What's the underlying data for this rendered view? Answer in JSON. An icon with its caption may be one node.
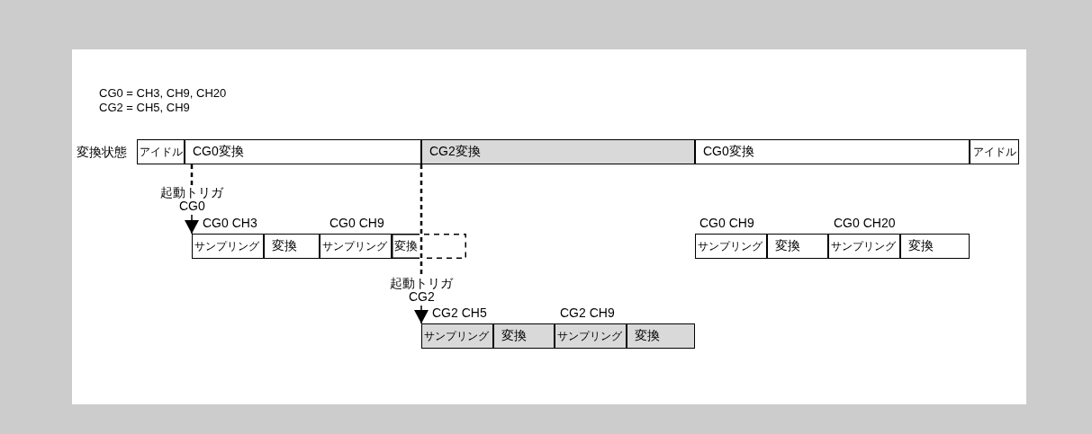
{
  "diagram": {
    "nodes": [
      {
        "text": [
          "アイドル"
        ]
      },
      {
        "text": [
          "CG0変換"
        ]
      },
      {
        "text": [
          "CG2変換"
        ]
      },
      {
        "text": [
          "CG0変換"
        ]
      },
      {
        "text": [
          "アイドル"
        ]
      },
      {
        "text": [
          "起動トリガ",
          "CG0"
        ]
      },
      {
        "text": [
          "サンプリング"
        ],
        "beside": [
          "CG0 CH3"
        ]
      },
      {
        "text": [
          "変換"
        ]
      },
      {
        "text": [
          "サンプリング"
        ],
        "beside": [
          "CG0 CH9"
        ]
      },
      {
        "text": [
          "変換"
        ]
      },
      {
        "text": [],
        "shape": "box"
      },
      {
        "text": [
          "サンプリング"
        ],
        "beside": [
          "CG0 CH9"
        ]
      },
      {
        "text": [
          "変換"
        ]
      },
      {
        "text": [
          "サンプリング"
        ],
        "beside": [
          "CG0 CH20"
        ]
      },
      {
        "text": [
          "変換"
        ]
      },
      {
        "text": [
          "起動トリガ",
          "CG2"
        ]
      },
      {
        "text": [
          "サンプリング"
        ],
        "beside": [
          "CG2 CH5"
        ]
      },
      {
        "text": [
          "変換"
        ]
      },
      {
        "text": [
          "サンプリング"
        ],
        "beside": [
          "CG2 CH9"
        ]
      },
      {
        "text": [
          "変換"
        ]
      }
    ],
    "edges": [
      {
        "from": 1,
        "to": 5,
        "arrow": "none",
        "style": "dashed"
      },
      {
        "from": 5,
        "to": 6,
        "arrow": "to"
      },
      {
        "from": 2,
        "to": 15,
        "arrow": "none",
        "style": "dashed"
      },
      {
        "from": 15,
        "to": 16,
        "arrow": "to"
      }
    ],
    "labels": [
      "CG0 = CH3, CH9, CH20",
      "CG2 = CH5, CH9",
      "変換状態"
    ]
  }
}
